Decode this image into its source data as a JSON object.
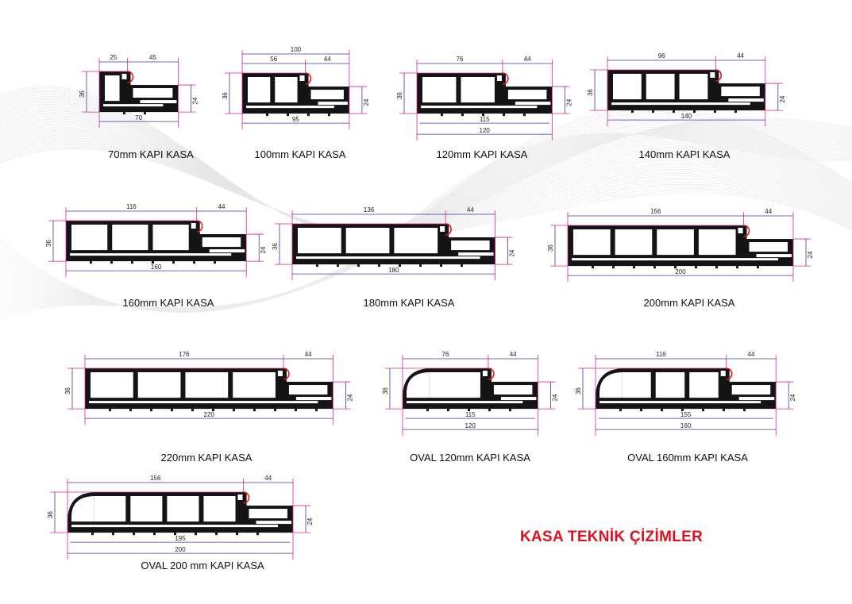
{
  "title": "KASA TEKNİK ÇİZİMLER",
  "colors": {
    "profile": "#141414",
    "dimension": "#3b3b9c",
    "extension": "#e2248c",
    "gasket": "#e01818",
    "title": "#e01020"
  },
  "items": [
    {
      "title": "70mm KAPI KASA",
      "dims": {
        "top": [
          "25",
          "45"
        ],
        "height": "36",
        "side": "24",
        "bottom": [
          "70"
        ]
      },
      "chambers": 1,
      "oval": false
    },
    {
      "title": "100mm KAPI KASA",
      "dims": {
        "top_total": "100",
        "top": [
          "56",
          "44"
        ],
        "height": "36",
        "side": "24",
        "bottom": [
          "95"
        ]
      },
      "chambers": 2,
      "oval": false
    },
    {
      "title": "120mm KAPI KASA",
      "dims": {
        "top": [
          "76",
          "44"
        ],
        "height": "36",
        "side": "24",
        "bottom": [
          "115",
          "120"
        ]
      },
      "chambers": 2,
      "oval": false
    },
    {
      "title": "140mm KAPI KASA",
      "dims": {
        "top": [
          "96",
          "44"
        ],
        "height": "36",
        "side": "24",
        "bottom": [
          "140"
        ]
      },
      "chambers": 3,
      "oval": false
    },
    {
      "title": "160mm KAPI KASA",
      "dims": {
        "top": [
          "116",
          "44"
        ],
        "height": "36",
        "side": "24",
        "bottom": [
          "160"
        ]
      },
      "chambers": 3,
      "oval": false
    },
    {
      "title": "180mm KAPI KASA",
      "dims": {
        "top": [
          "136",
          "44"
        ],
        "height": "36",
        "side": "24",
        "bottom": [
          "180"
        ]
      },
      "chambers": 3,
      "oval": false
    },
    {
      "title": "200mm KAPI KASA",
      "dims": {
        "top": [
          "156",
          "44"
        ],
        "height": "36",
        "side": "24",
        "bottom": [
          "200"
        ]
      },
      "chambers": 4,
      "oval": false
    },
    {
      "title": "220mm KAPI KASA",
      "dims": {
        "top": [
          "176",
          "44"
        ],
        "height": "36",
        "side": "24",
        "bottom": [
          "220"
        ]
      },
      "chambers": 4,
      "oval": false
    },
    {
      "title": "OVAL 120mm KAPI KASA",
      "dims": {
        "top": [
          "76",
          "44"
        ],
        "height": "36",
        "side": "24",
        "bottom": [
          "115",
          "120"
        ]
      },
      "chambers": 1,
      "oval": true
    },
    {
      "title": "OVAL 160mm KAPI KASA",
      "dims": {
        "top": [
          "116",
          "44"
        ],
        "height": "36",
        "side": "24",
        "bottom": [
          "155",
          "160"
        ]
      },
      "chambers": 3,
      "oval": true
    },
    {
      "title": "OVAL 200 mm KAPI KASA",
      "dims": {
        "top": [
          "156",
          "44"
        ],
        "height": "36",
        "side": "24",
        "bottom": [
          "195",
          "200"
        ]
      },
      "chambers": 4,
      "oval": true
    }
  ]
}
